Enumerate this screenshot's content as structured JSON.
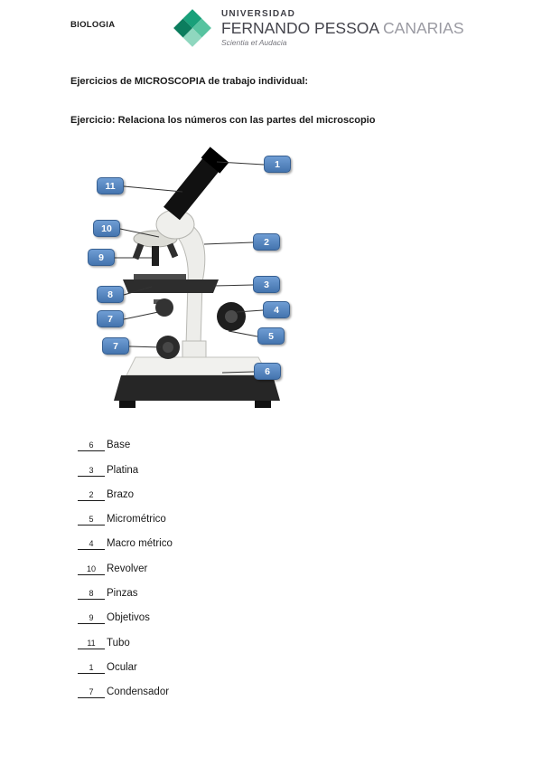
{
  "page": {
    "course": "BIOLOGIA",
    "title": "Ejercicios de MICROSCOPIA de trabajo individual:",
    "exercise": "Ejercicio: Relaciona los números con las partes del microscopio"
  },
  "logo": {
    "icon": "diamond-grid-icon",
    "university": "UNIVERSIDAD",
    "name": "FERNANDO PESSOA",
    "region": "CANARIAS",
    "tagline": "Scientia et Audacia",
    "green_dark": "#0c7d5e",
    "green_mid": "#19a07a",
    "green_light": "#8fd7bf"
  },
  "diagram": {
    "label_color": "#4f81bd",
    "labels": [
      {
        "num": "1"
      },
      {
        "num": "11"
      },
      {
        "num": "10"
      },
      {
        "num": "9"
      },
      {
        "num": "2"
      },
      {
        "num": "8"
      },
      {
        "num": "3"
      },
      {
        "num": "7"
      },
      {
        "num": "4"
      },
      {
        "num": "5"
      },
      {
        "num": "7"
      },
      {
        "num": "6"
      }
    ]
  },
  "answers": [
    {
      "num": "6",
      "label": "Base"
    },
    {
      "num": "3",
      "label": "Platina"
    },
    {
      "num": "2",
      "label": "Brazo"
    },
    {
      "num": "5",
      "label": "Micrométrico"
    },
    {
      "num": "4",
      "label": "Macro métrico"
    },
    {
      "num": "10",
      "label": "Revolver"
    },
    {
      "num": "8",
      "label": "Pinzas"
    },
    {
      "num": "9",
      "label": "Objetivos"
    },
    {
      "num": "11",
      "label": "Tubo"
    },
    {
      "num": "1",
      "label": "Ocular"
    },
    {
      "num": "7",
      "label": "Condensador"
    }
  ]
}
